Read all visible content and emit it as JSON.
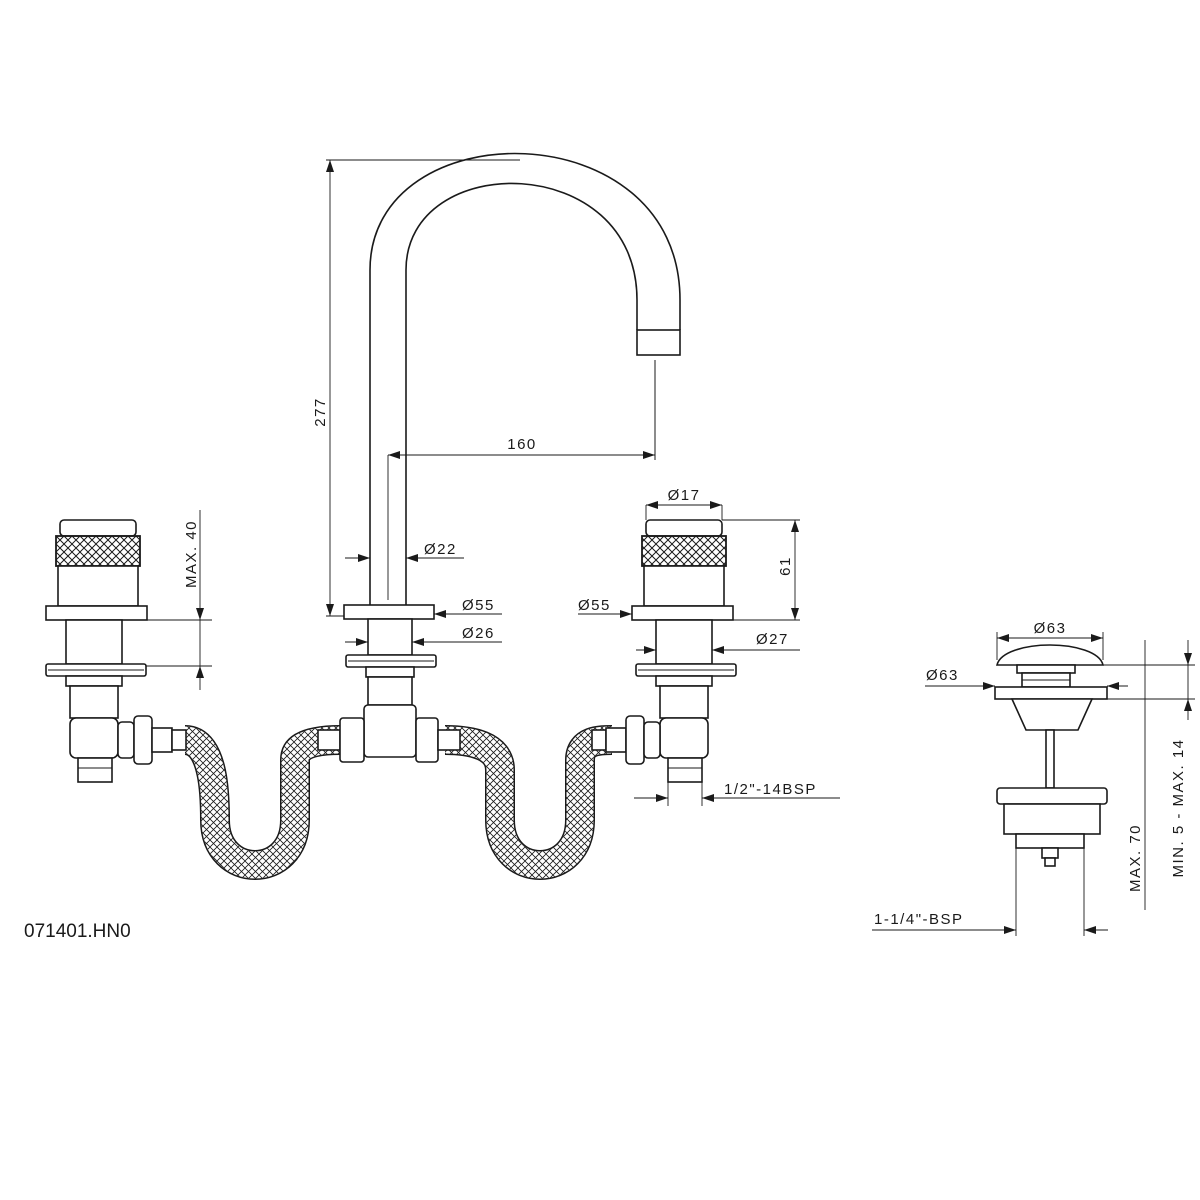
{
  "product_code": "071401.HN0",
  "dimensions": {
    "spout_height": "277",
    "spout_reach": "160",
    "spout_diameter": "Ø22",
    "base_diameter_center": "Ø55",
    "shank_diameter_center": "Ø26",
    "deck_max": "MAX. 40",
    "handle_diameter": "Ø17",
    "handle_height": "61",
    "base_diameter_right": "Ø55",
    "shank_diameter_right": "Ø27",
    "valve_thread": "1/2\"-14BSP",
    "waste_cap_diameter": "Ø63",
    "waste_flange_diameter": "Ø63",
    "waste_min_max": "MIN. 5 - MAX. 14",
    "waste_max_depth": "MAX. 70",
    "waste_thread": "1-1/4\"-BSP"
  }
}
